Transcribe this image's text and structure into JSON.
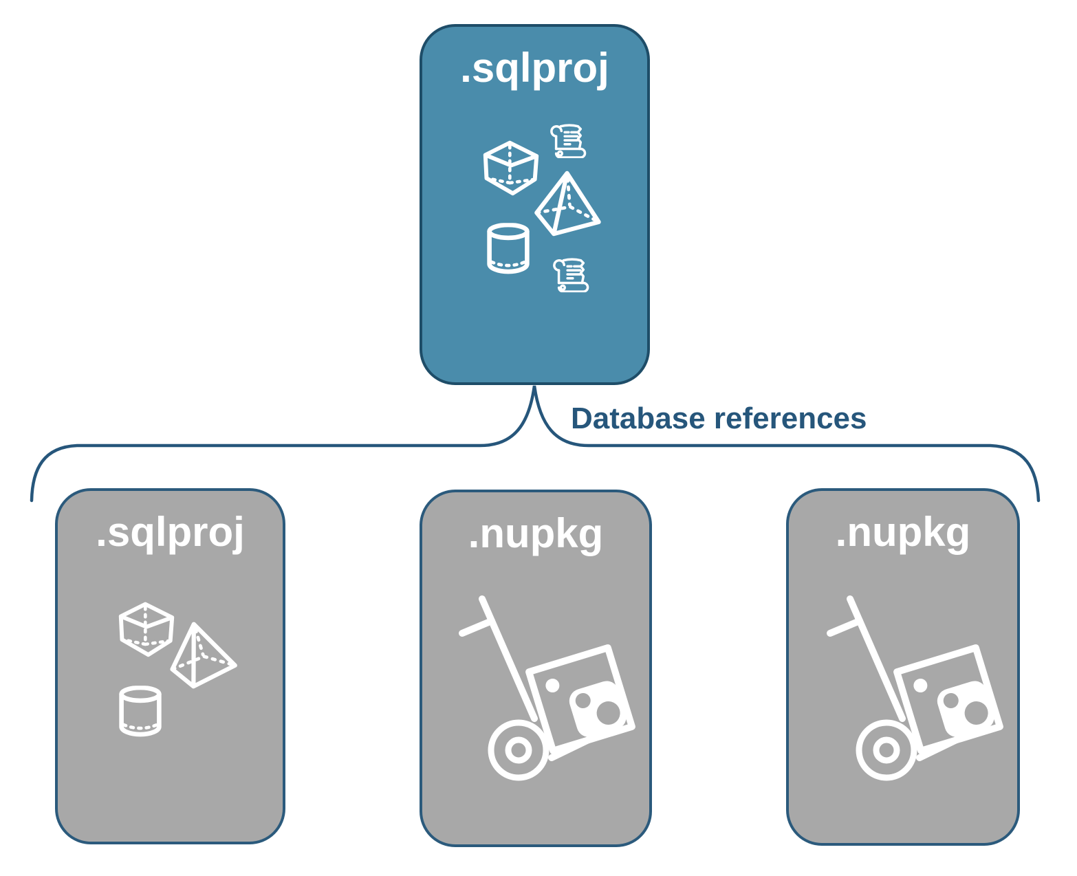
{
  "root": {
    "label": ".sqlproj",
    "icons": [
      "cube-icon",
      "script-scroll-icon",
      "pyramid-icon",
      "database-cylinder-icon",
      "script-scroll-icon"
    ]
  },
  "connector": {
    "label": "Database references"
  },
  "children": [
    {
      "label": ".sqlproj",
      "icons": [
        "cube-icon",
        "pyramid-icon",
        "database-cylinder-icon"
      ]
    },
    {
      "label": ".nupkg",
      "icons": [
        "nuget-package-dolly-icon"
      ]
    },
    {
      "label": ".nupkg",
      "icons": [
        "nuget-package-dolly-icon"
      ]
    }
  ],
  "colors": {
    "root_fill": "#4A8CAB",
    "root_border": "#1E4D68",
    "child_fill": "#A8A8A8",
    "child_border": "#2B5A7C",
    "connector_stroke": "#26567B",
    "label_text": "#26567B",
    "title_text": "#FFFFFF",
    "icon_stroke": "#FFFFFF"
  }
}
